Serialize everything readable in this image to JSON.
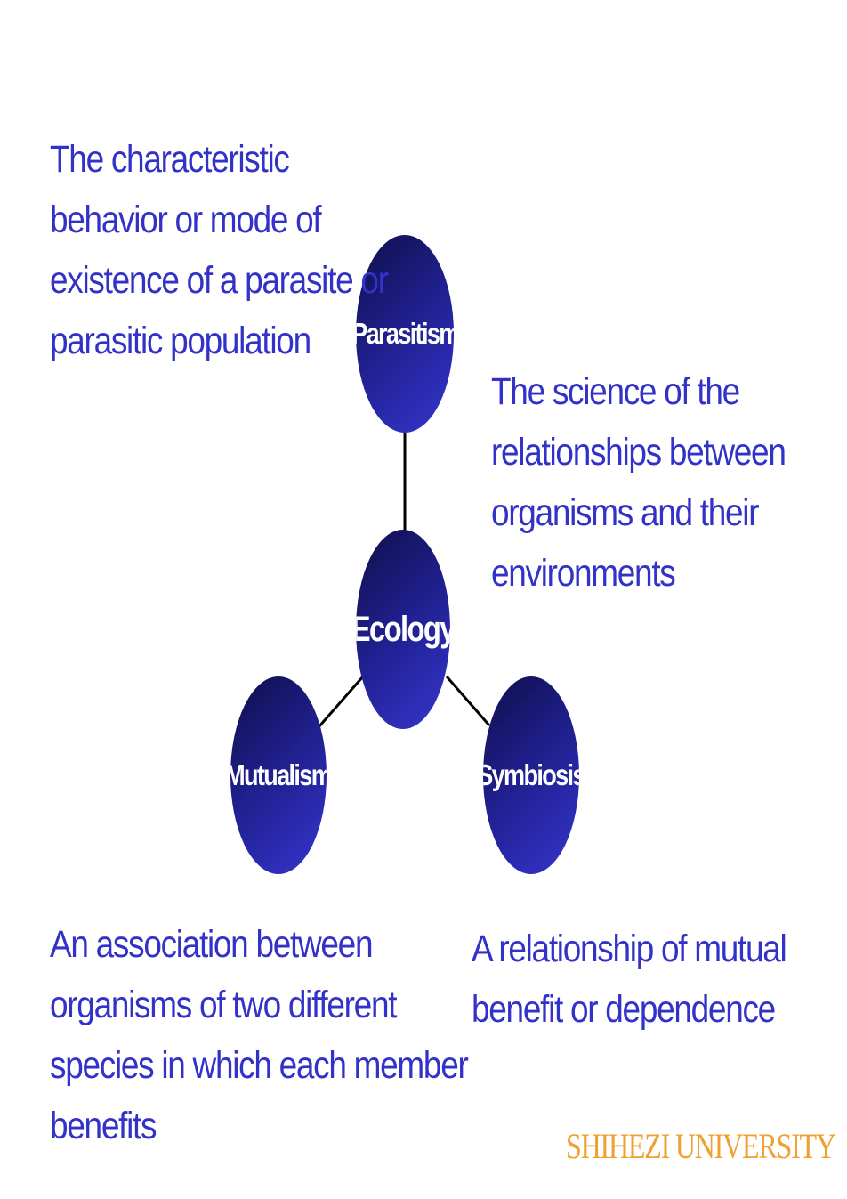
{
  "nodes": {
    "parasitism": "Parasitism",
    "ecology": "Ecology",
    "mutualism": "Mutualism",
    "symbiosis": "Symbiosis"
  },
  "descriptions": {
    "parasitism": "The characteristic\nbehavior or mode of\nexistence of a parasite or\nparasitic population",
    "ecology": "The science of the\nrelationships between\norganisms and their\nenvironments",
    "mutualism": "An association between\norganisms of two different\nspecies in which each member\nbenefits",
    "symbiosis": "A relationship of mutual\nbenefit or dependence"
  },
  "footer": "SHIHEZI UNIVERSITY",
  "colors": {
    "text": "#3232c8",
    "node_dark": "#0f0f4a",
    "node_light": "#3535cf",
    "footer": "#f0a030"
  }
}
